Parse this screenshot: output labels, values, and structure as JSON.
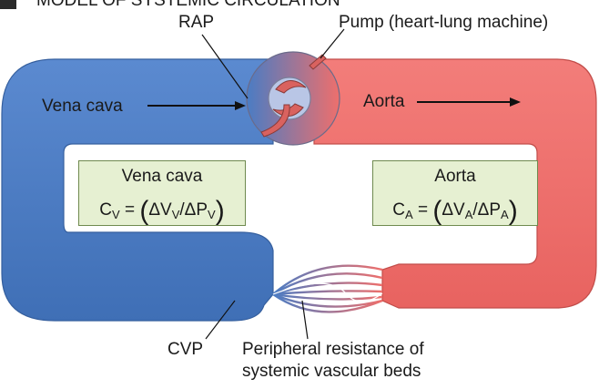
{
  "header_partial": "MODEL OF SYSTEMIC CIRCULATION",
  "labels": {
    "rap": "RAP",
    "pump": "Pump (heart-lung machine)",
    "vena_cava_arrow": "Vena cava",
    "aorta_arrow": "Aorta",
    "cvp": "CVP",
    "resistance_line1": "Peripheral resistance of",
    "resistance_line2": "systemic vascular beds"
  },
  "boxes": {
    "venous": {
      "title": "Vena cava",
      "sym": "C",
      "sym_sub": "V",
      "dv": "ΔV",
      "dv_sub": "V",
      "dp": "ΔP",
      "dp_sub": "V"
    },
    "arterial": {
      "title": "Aorta",
      "sym": "C",
      "sym_sub": "A",
      "dv": "ΔV",
      "dv_sub": "A",
      "dp": "ΔP",
      "dp_sub": "A"
    }
  },
  "colors": {
    "venous": "#4a7cc4",
    "arterial": "#ee6f6c",
    "box_fill": "#e6f0d2",
    "box_border": "#6f8a4f"
  }
}
